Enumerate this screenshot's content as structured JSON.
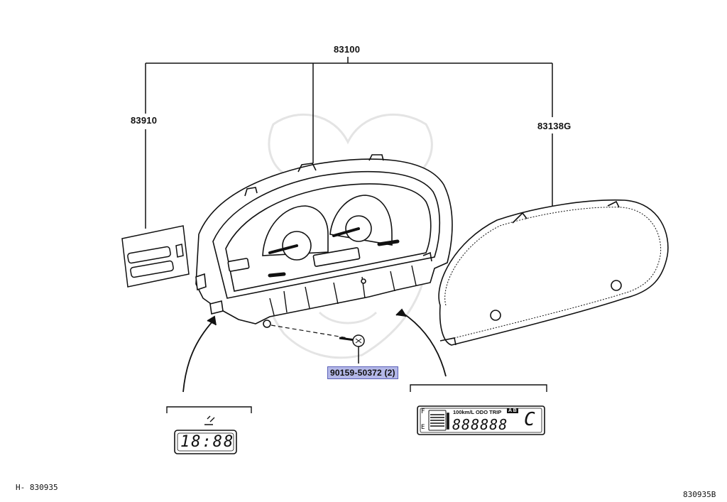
{
  "callouts": {
    "assembly": "83100",
    "left_part": "83910",
    "right_part": "83138G",
    "screw": "90159-50372 (2)"
  },
  "insets": {
    "clock_display": "18:88",
    "odometer_units": "100km/L ODO TRIP",
    "odometer_tag": "A B",
    "odometer_digits": "888888",
    "odometer_side_f": "F",
    "odometer_side_e": "E",
    "gear_letter": "C"
  },
  "footer": {
    "left_code": "H- 830935",
    "right_code": "830935B"
  },
  "colors": {
    "line": "#111111",
    "highlight_fill": "#b4b8e8",
    "watermark": "#e2e2e2"
  }
}
